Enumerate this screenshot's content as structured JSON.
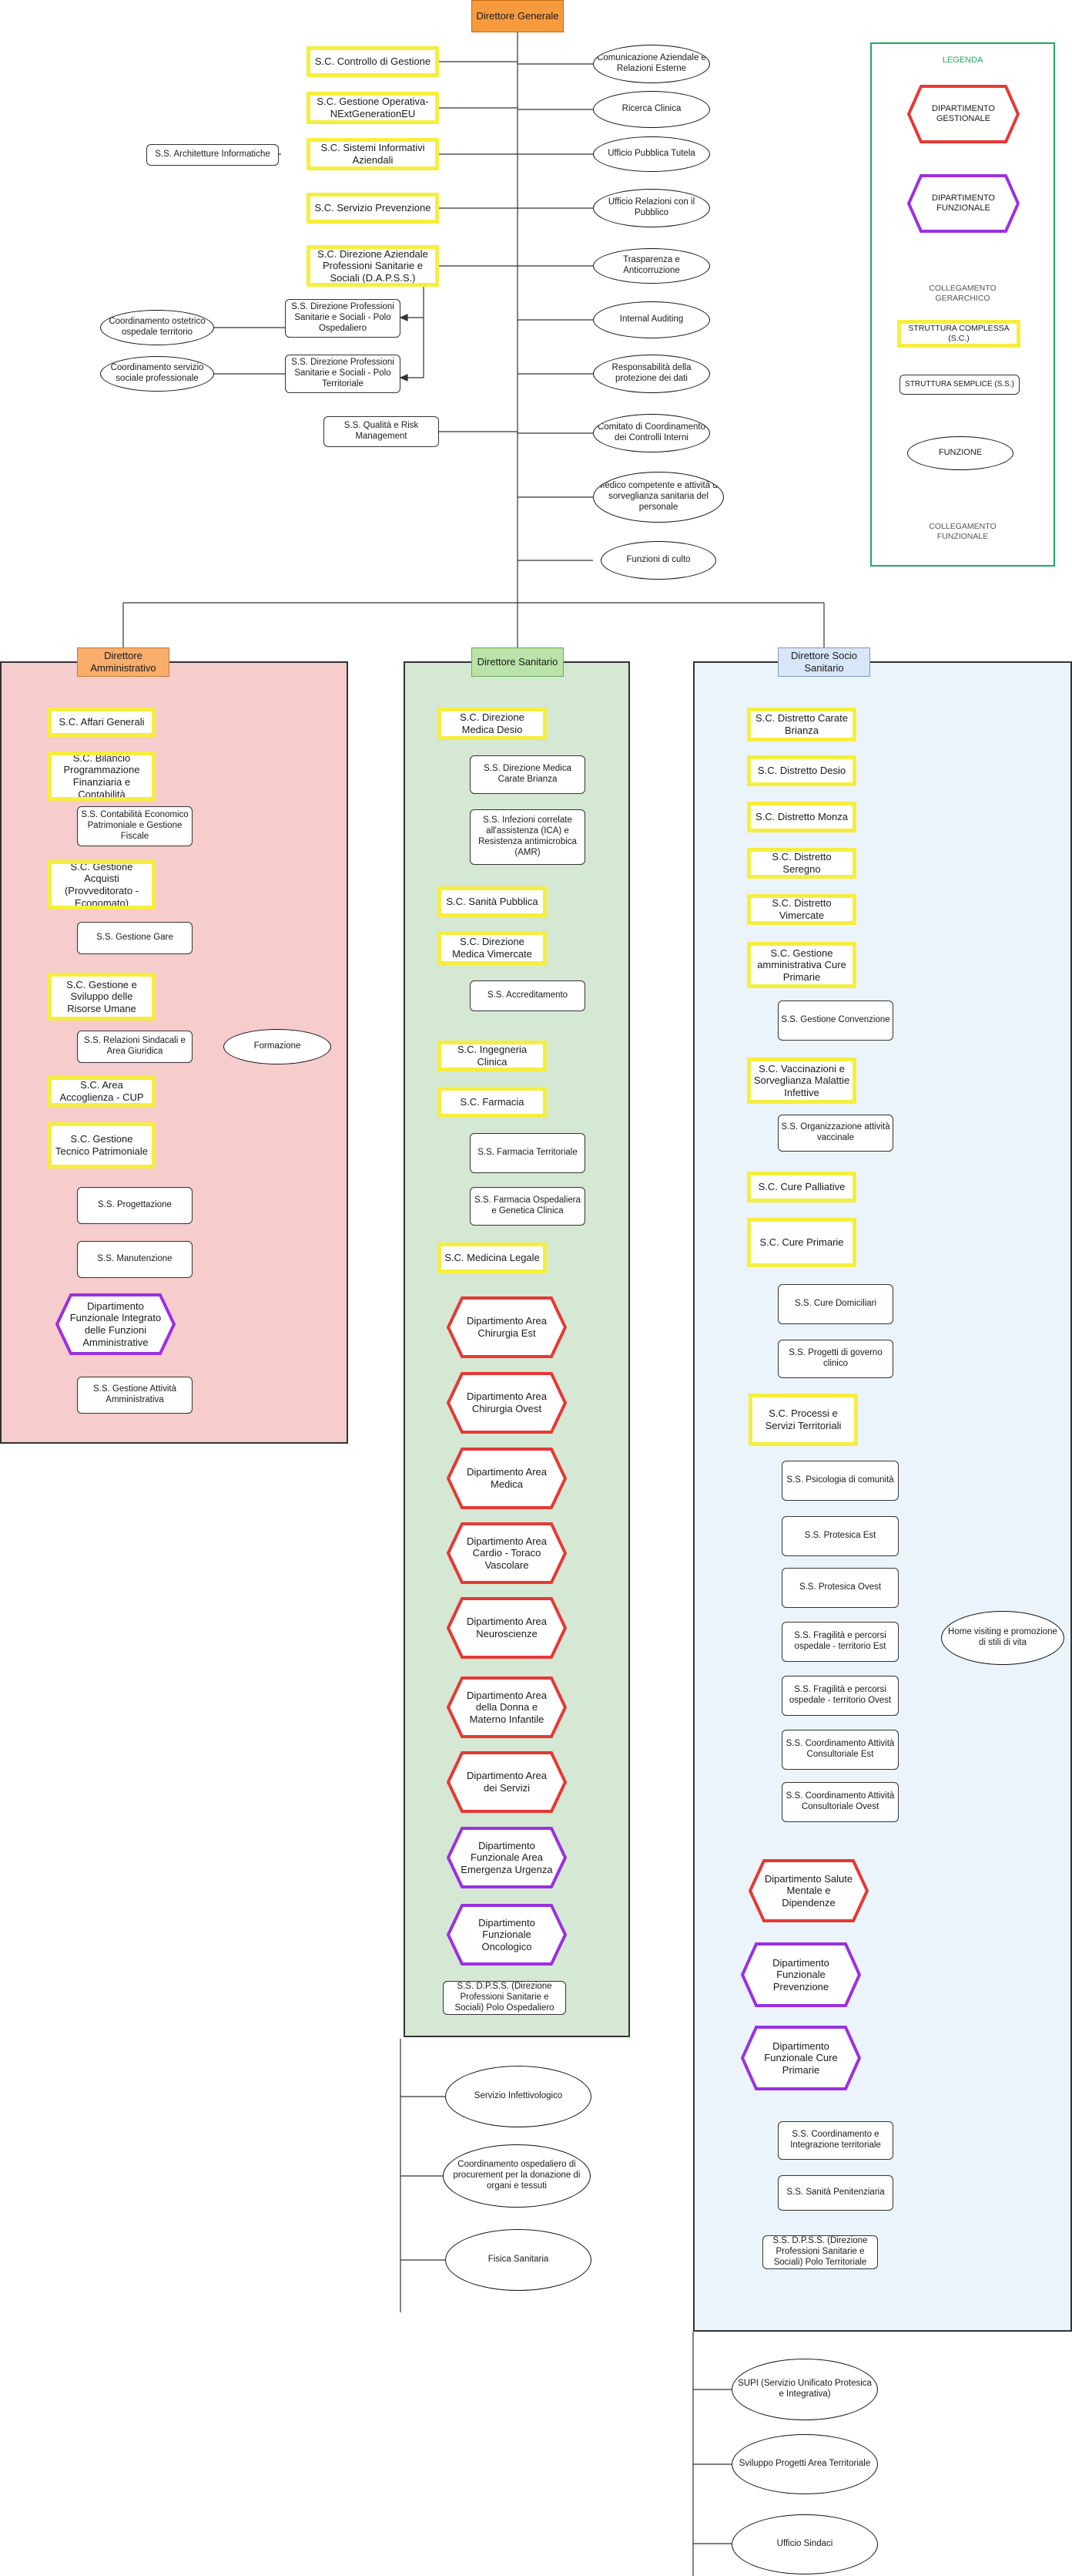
{
  "colors": {
    "complex": "#f6ee3d",
    "gestionale": "#e53935",
    "funzionale": "#9b30e0",
    "panel_amm": "#f6cccc",
    "panel_san": "#d5e8d4",
    "panel_soc": "#ecf4fb",
    "legend_border": "#1eaa5a"
  },
  "top": {
    "dg": "Direttore Generale",
    "left": [
      "S.C. Controllo di Gestione",
      "S.C. Gestione Operativa-NExtGenerationEU",
      "S.C. Sistemi Informativi Aziendali",
      "S.C. Servizio Prevenzione",
      "S.C. Direzione Aziendale Professioni Sanitarie e Sociali (D.A.P.S.S.)"
    ],
    "architetture": "S.S. Architetture Informatiche",
    "dapss_sub": [
      "S.S. Direzione Professioni Sanitarie e Sociali - Polo Ospedaliero",
      "S.S. Direzione Professioni Sanitarie e Sociali - Polo Territoriale"
    ],
    "coordinamenti": [
      "Coordinamento ostetrico ospedale territorio",
      "Coordinamento servizio sociale professionale"
    ],
    "qualita": "S.S. Qualità e Risk Management",
    "right": [
      "Comunicazione Aziendale e Relazioni Esterne",
      "Ricerca Clinica",
      "Ufficio Pubblica Tutela",
      "Ufficio Relazioni con il Pubblico",
      "Trasparenza e Anticorruzione",
      "Internal Auditing",
      "Responsabilità della protezione dei dati",
      "Comitato di Coordinamento dei Controlli Interni",
      "Medico competente e attività di sorveglianza sanitaria del personale",
      "Funzioni di culto"
    ]
  },
  "legend": {
    "title": "LEGENDA",
    "gestionale": "DIPARTIMENTO GESTIONALE",
    "funzionale": "DIPARTIMENTO FUNZIONALE",
    "gerarchico": "COLLEGAMENTO GERARCHICO",
    "complessa": "STRUTTURA COMPLESSA (S.C.)",
    "semplice": "STRUTTURA SEMPLICE (S.S.)",
    "funzione": "FUNZIONE",
    "collegamento_funzionale": "COLLEGAMENTO FUNZIONALE"
  },
  "amm": {
    "header": "Direttore Amministrativo",
    "items": [
      "S.C. Affari Generali",
      "S.C. Bilancio Programmazione Finanziaria e Contabilità",
      "S.S. Contabilità Economico Patrimoniale e Gestione Fiscale",
      "S.C. Gestione Acquisti (Provveditorato - Economato)",
      "S.S. Gestione Gare",
      "S.C. Gestione e Sviluppo delle Risorse Umane",
      "S.S. Relazioni Sindacali e Area Giuridica",
      "Formazione",
      "S.C. Area Accoglienza - CUP",
      "S.C. Gestione Tecnico Patrimoniale",
      "S.S. Progettazione",
      "S.S. Manutenzione",
      "Dipartimento Funzionale Integrato delle Funzioni Amministrative",
      "S.S. Gestione Attività Amministrativa"
    ]
  },
  "san": {
    "header": "Direttore Sanitario",
    "items": [
      "S.C. Direzione Medica Desio",
      "S.S. Direzione Medica Carate Brianza",
      "S.S. Infezioni correlate all'assistenza (ICA) e Resistenza antimicrobica (AMR)",
      "S.C. Sanità Pubblica",
      "S.C. Direzione Medica Vimercate",
      "S.S. Accreditamento",
      "S.C. Ingegneria Clinica",
      "S.C. Farmacia",
      "S.S. Farmacia Territoriale",
      "S.S. Farmacia Ospedaliera e Genetica Clinica",
      "S.C. Medicina Legale",
      "S.S. D.P.S.S. (Direzione Professioni Sanitarie e Sociali) Polo Ospedaliero"
    ],
    "depts": [
      "Dipartimento Area Chirurgia Est",
      "Dipartimento Area Chirurgia Ovest",
      "Dipartimento Area Medica",
      "Dipartimento Area Cardio - Toraco Vascolare",
      "Dipartimento Area Neuroscienze",
      "Dipartimento Area della Donna e Materno Infantile",
      "Dipartimento Area dei Servizi",
      "Dipartimento Funzionale Area Emergenza Urgenza",
      "Dipartimento Funzionale Oncologico"
    ],
    "functions": [
      "Servizio Infettivologico",
      "Coordinamento ospedaliero di procurement per la donazione di organi e tessuti",
      "Fisica Sanitaria"
    ]
  },
  "soc": {
    "header": "Direttore Socio Sanitario",
    "items": [
      "S.C. Distretto Carate Brianza",
      "S.C. Distretto Desio",
      "S.C. Distretto Monza",
      "S.C. Distretto Seregno",
      "S.C. Distretto Vimercate",
      "S.C. Gestione amministrativa Cure Primarie",
      "S.S. Gestione Convenzione",
      "S.C. Vaccinazioni e Sorveglianza Malattie Infettive",
      "S.S. Organizzazione attività vaccinale",
      "S.C. Cure Palliative",
      "S.C. Cure Primarie",
      "S.S. Cure Domiciliari",
      "S.S. Progetti di governo clinico",
      "S.C. Processi e Servizi Territoriali",
      "S.S. Psicologia di comunità",
      "S.S. Protesica Est",
      "S.S. Protesica Ovest",
      "S.S. Fragilità e percorsi ospedale - territorio Est",
      "S.S. Fragilità e percorsi ospedale - territorio Ovest",
      "S.S. Coordinamento Attività Consultoriale Est",
      "S.S. Coordinamento Attività Consultoriale Ovest",
      "Home visiting e promozione di stili di vita",
      "S.S. Coordinamento e Integrazione territoriale",
      "S.S. Sanità Penitenziaria",
      "S.S. D.P.S.S. (Direzione Professioni Sanitarie e Sociali) Polo Territoriale"
    ],
    "depts": [
      "Dipartimento Salute Mentale e Dipendenze",
      "Dipartimento Funzionale Prevenzione",
      "Dipartimento Funzionale Cure Primarie"
    ],
    "functions": [
      "SUPI (Servizio Unificato Protesica e Integrativa)",
      "Sviluppo Progetti Area Territoriale",
      "Ufficio Sindaci"
    ]
  }
}
